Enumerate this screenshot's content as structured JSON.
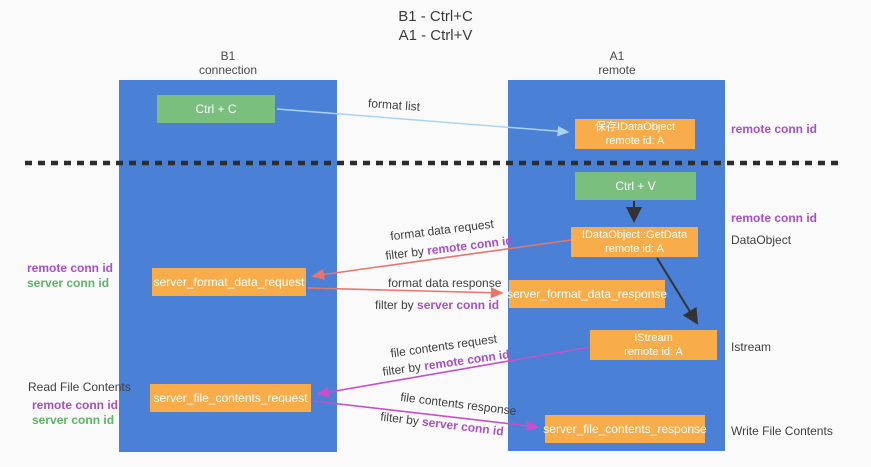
{
  "title": {
    "line1": "B1 - Ctrl+C",
    "line2": "A1 - Ctrl+V"
  },
  "lanes": {
    "left": {
      "name": "B1",
      "role": "connection"
    },
    "right": {
      "name": "A1",
      "role": "remote"
    }
  },
  "nodes": {
    "ctrl_c": {
      "label": "Ctrl + C"
    },
    "save_dataobject": {
      "line1": "保存IDataObject",
      "line2": "remote id: A"
    },
    "ctrl_v": {
      "label": "Ctrl + V"
    },
    "getdata": {
      "line1": "IDataObject::GetData",
      "line2": "remote id: A"
    },
    "format_request": {
      "label": "server_format_data_request"
    },
    "format_response": {
      "label": "server_format_data_response"
    },
    "istream": {
      "line1": "IStream",
      "line2": "remote id: A"
    },
    "file_request": {
      "label": "server_file_contents_request"
    },
    "file_response": {
      "label": "server_file_contents_response"
    }
  },
  "flows": {
    "format_list": "format list",
    "format_request": {
      "line": "format data request",
      "filter_prefix": "filter by ",
      "filter_key": "remote conn id"
    },
    "format_response": {
      "line": "format data response",
      "filter_prefix": "filter by ",
      "filter_key": "server conn id"
    },
    "file_request": {
      "line": "file contents request",
      "filter_prefix": "filter by ",
      "filter_key": "remote conn id"
    },
    "file_response": {
      "line": "file contents response",
      "filter_prefix": "filter by ",
      "filter_key": "server conn id"
    }
  },
  "annotations": {
    "left_mid": {
      "remote": "remote conn id",
      "server": "server conn id"
    },
    "left_bottom": {
      "title": "Read File Contents",
      "remote": "remote conn id",
      "server": "server conn id"
    },
    "right_top": {
      "remote": "remote conn id"
    },
    "right_mid": {
      "remote": "remote conn id",
      "object": "DataObject"
    },
    "right_istream": {
      "object": "Istream"
    },
    "right_bottom": {
      "object": "Write File Contents"
    }
  },
  "colors": {
    "lane_blue": "#4a80d6",
    "box_orange": "#f9ad4a",
    "box_green": "#7abf7e",
    "arrow_light_blue": "#a9d3f2",
    "arrow_salmon": "#e8756a",
    "arrow_magenta": "#c94ec9",
    "arrow_black": "#333333",
    "text_purple": "#a84fc8",
    "text_green": "#5cb565",
    "background": "#fafafa"
  }
}
